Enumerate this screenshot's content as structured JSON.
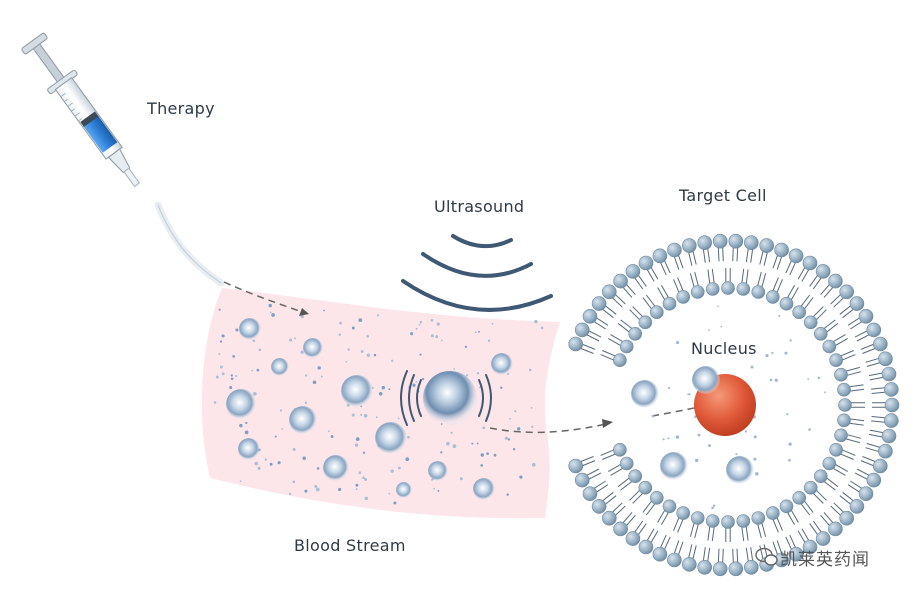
{
  "labels": {
    "therapy": "Therapy",
    "ultrasound": "Ultrasound",
    "target_cell": "Target Cell",
    "nucleus": "Nucleus",
    "blood_stream": "Blood Stream"
  },
  "watermark": "凯莱英药闻",
  "icons": {
    "syringe": "syringe-icon",
    "ultrasound_waves": "ultrasound-waves-icon",
    "watermark_logo": "wechat-logo-icon"
  },
  "colors": {
    "blood_stream_fill": "#fde6ea",
    "membrane_head": "#8fa9bd",
    "wave": "#3f5873",
    "nucleus": "#e05a3a",
    "liquid": "#2f7fd8",
    "particle": "#9fb8d0",
    "arrow": "#666666"
  }
}
